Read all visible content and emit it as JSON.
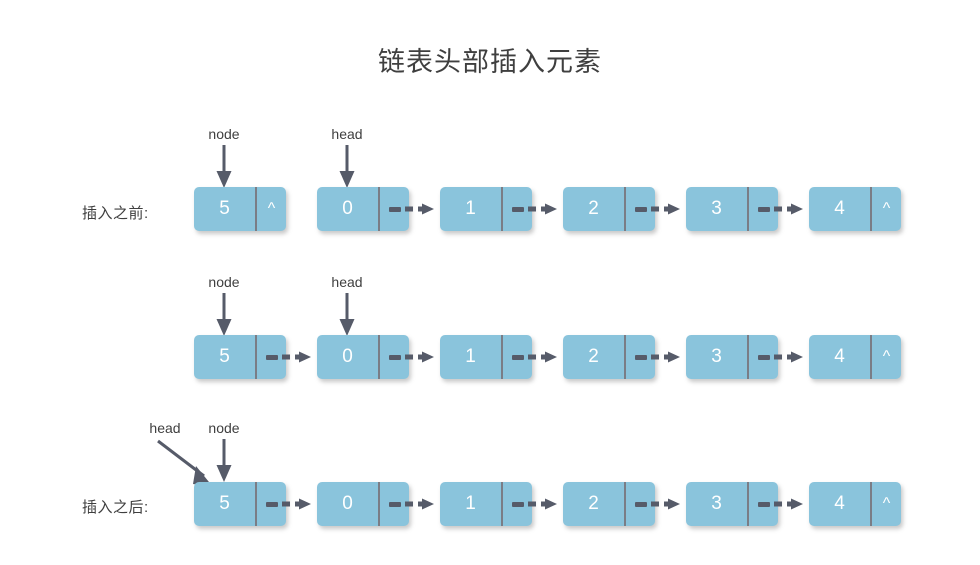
{
  "title": "链表头部插入元素",
  "colors": {
    "node_fill": "#8ac4dc",
    "node_divider": "#7a7d86",
    "arrow": "#565b69",
    "text": "#3f3f3f",
    "node_text": "#ffffff",
    "background": "#ffffff"
  },
  "null_symbol": "^",
  "labels": {
    "node": "node",
    "head": "head"
  },
  "rows": [
    {
      "id": "before",
      "label": "插入之前:",
      "pointers": [
        {
          "name": "node",
          "text": "node",
          "style": "vertical",
          "target": "5"
        },
        {
          "name": "head",
          "text": "head",
          "style": "vertical",
          "target": "0"
        }
      ],
      "nodes": [
        {
          "value": "5",
          "next": "^",
          "linked_to_next": false
        },
        {
          "value": "0",
          "next": "dash",
          "linked_to_next": true
        },
        {
          "value": "1",
          "next": "dash",
          "linked_to_next": true
        },
        {
          "value": "2",
          "next": "dash",
          "linked_to_next": true
        },
        {
          "value": "3",
          "next": "dash",
          "linked_to_next": true
        },
        {
          "value": "4",
          "next": "^",
          "linked_to_next": false
        }
      ]
    },
    {
      "id": "during",
      "label": "",
      "pointers": [
        {
          "name": "node",
          "text": "node",
          "style": "vertical",
          "target": "5"
        },
        {
          "name": "head",
          "text": "head",
          "style": "vertical",
          "target": "0"
        }
      ],
      "nodes": [
        {
          "value": "5",
          "next": "dash",
          "linked_to_next": true
        },
        {
          "value": "0",
          "next": "dash",
          "linked_to_next": true
        },
        {
          "value": "1",
          "next": "dash",
          "linked_to_next": true
        },
        {
          "value": "2",
          "next": "dash",
          "linked_to_next": true
        },
        {
          "value": "3",
          "next": "dash",
          "linked_to_next": true
        },
        {
          "value": "4",
          "next": "^",
          "linked_to_next": false
        }
      ]
    },
    {
      "id": "after",
      "label": "插入之后:",
      "pointers": [
        {
          "name": "head",
          "text": "head",
          "style": "diagonal",
          "target": "5"
        },
        {
          "name": "node",
          "text": "node",
          "style": "vertical",
          "target": "5"
        }
      ],
      "nodes": [
        {
          "value": "5",
          "next": "dash",
          "linked_to_next": true
        },
        {
          "value": "0",
          "next": "dash",
          "linked_to_next": true
        },
        {
          "value": "1",
          "next": "dash",
          "linked_to_next": true
        },
        {
          "value": "2",
          "next": "dash",
          "linked_to_next": true
        },
        {
          "value": "3",
          "next": "dash",
          "linked_to_next": true
        },
        {
          "value": "4",
          "next": "^",
          "linked_to_next": false
        }
      ]
    }
  ]
}
